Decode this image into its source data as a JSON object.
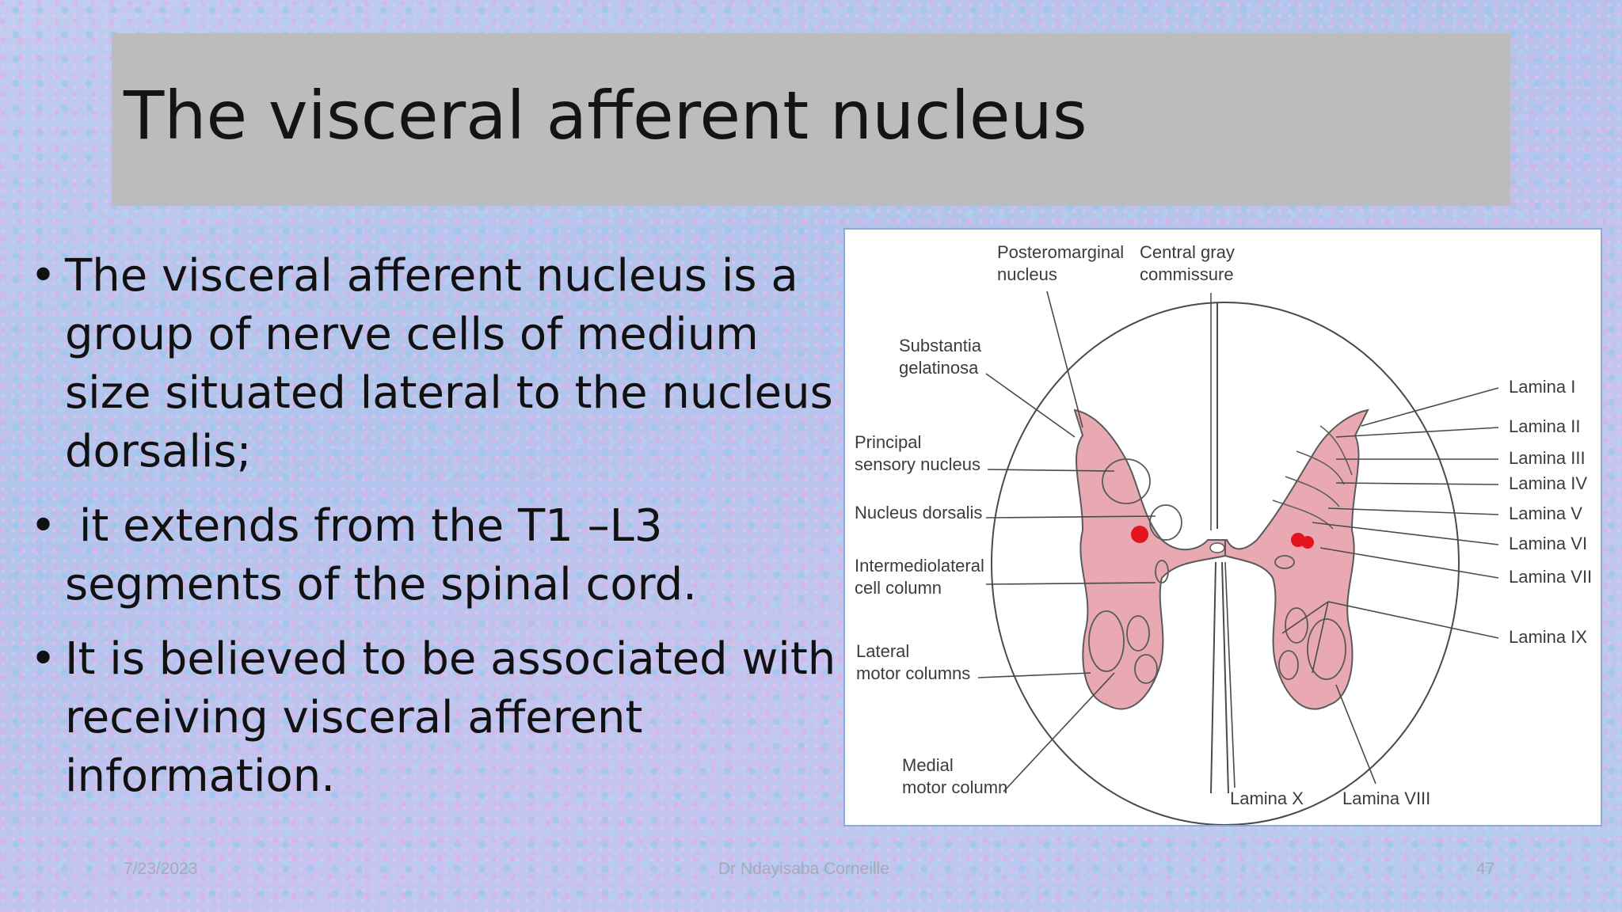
{
  "slide": {
    "title": "The visceral afferent nucleus",
    "bullets": [
      "The visceral afferent nucleus is a group of nerve cells of medium size situated lateral to the nucleus dorsalis;",
      " it extends from the T1 –L3 segments of the spinal cord.",
      "It is believed to be associated with receiving visceral afferent information."
    ],
    "bullet_glyph": "•"
  },
  "figure": {
    "labels_left": {
      "posteromarginal_1": "Posteromarginal",
      "posteromarginal_2": "nucleus",
      "central_gray_1": "Central gray",
      "central_gray_2": "commissure",
      "substantia_1": "Substantia",
      "substantia_2": "gelatinosa",
      "principal_1": "Principal",
      "principal_2": "sensory nucleus",
      "dorsalis": "Nucleus dorsalis",
      "intermedio_1": "Intermediolateral",
      "intermedio_2": "cell column",
      "lateral_1": "Lateral",
      "lateral_2": "motor columns",
      "medial_1": "Medial",
      "medial_2": "motor column",
      "lamina_x": "Lamina X",
      "lamina_viii": "Lamina VIII"
    },
    "laminae_right": [
      "Lamina I",
      "Lamina II",
      "Lamina III",
      "Lamina IV",
      "Lamina V",
      "Lamina VI",
      "Lamina VII",
      "Lamina IX"
    ],
    "colors": {
      "gray_matter": "#e8a9b3",
      "highlight": "#e4141e",
      "lines": "#4a4a4a"
    }
  },
  "footer": {
    "date": "7/23/2023",
    "author": "Dr Ndayisaba Corneille",
    "page": "47"
  }
}
